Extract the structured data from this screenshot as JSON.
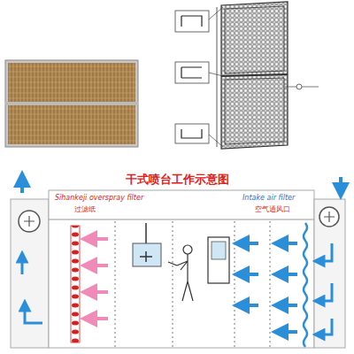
{
  "diagram": {
    "title": "干式喷台工作示意图",
    "labels": [
      "Sihankeji overspray filter",
      "过滤纸",
      "Intake air filter",
      "空气通风口"
    ]
  }
}
